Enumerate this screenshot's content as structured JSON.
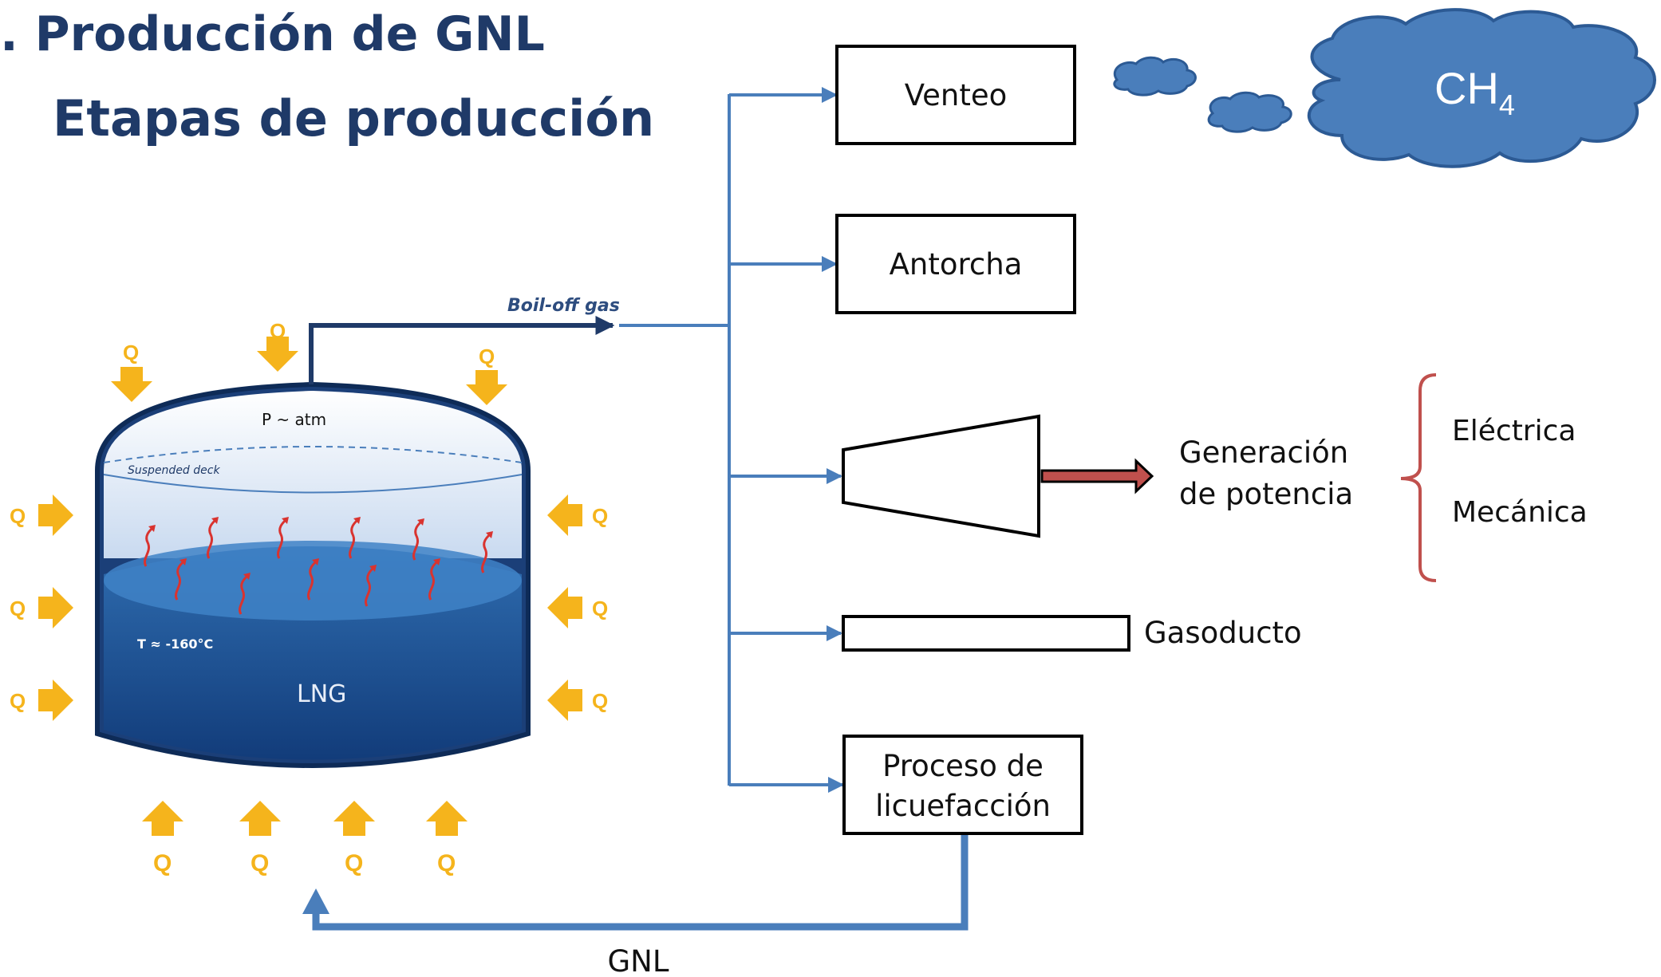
{
  "heading": {
    "line1": ". Producción de GNL",
    "line2": "Etapas de producción"
  },
  "tank": {
    "boil_off": "Boil-off gas",
    "pressure": "P ~ atm",
    "deck": "Suspended deck",
    "temperature": "T ≈ -160°C",
    "liquid": "LNG",
    "heat_symbol": "Q"
  },
  "destinations": {
    "venteo": "Venteo",
    "antorcha": "Antorcha",
    "generacion_line1": "Generación",
    "generacion_line2": "de potencia",
    "gasoducto": "Gasoducto",
    "proceso_line1": "Proceso de",
    "proceso_line2": "licuefacción"
  },
  "power_types": [
    "Eléctrica",
    "Mecánica"
  ],
  "emission": {
    "base": "CH",
    "sub": "4"
  },
  "return_label": "GNL",
  "colors": {
    "title": "#1f3a68",
    "flow_line": "#4a7ebb",
    "cloud": "#4a7ebb",
    "heat_arrow": "#f5b41c",
    "brace": "#c0504d",
    "power_arrow": "#c0504d",
    "liquid_top": "#2f6db0",
    "liquid_bottom": "#123c7a"
  }
}
